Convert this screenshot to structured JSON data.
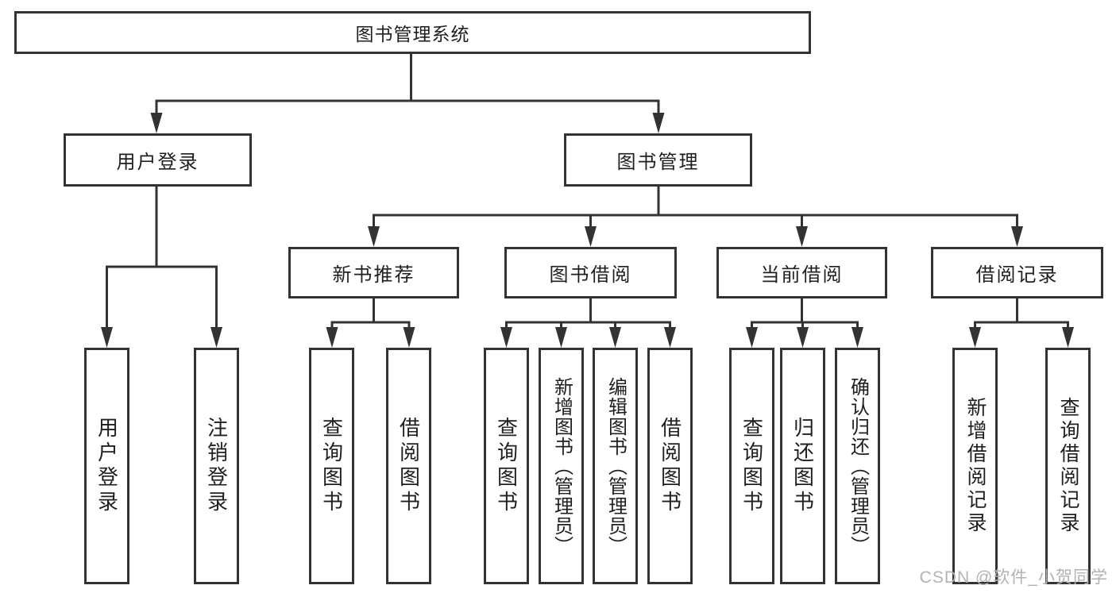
{
  "tree": {
    "label": "图书管理系统",
    "children": [
      {
        "label": "用户登录",
        "children": [
          {
            "label": "用户登录"
          },
          {
            "label": "注销登录"
          }
        ]
      },
      {
        "label": "图书管理",
        "children": [
          {
            "label": "新书推荐",
            "children": [
              {
                "label": "查询图书"
              },
              {
                "label": "借阅图书"
              }
            ]
          },
          {
            "label": "图书借阅",
            "children": [
              {
                "label": "查询图书"
              },
              {
                "label": "新增图书（管理员）"
              },
              {
                "label": "编辑图书（管理员）"
              },
              {
                "label": "借阅图书"
              }
            ]
          },
          {
            "label": "当前借阅",
            "children": [
              {
                "label": "查询图书"
              },
              {
                "label": "归还图书"
              },
              {
                "label": "确认归还（管理员）"
              }
            ]
          },
          {
            "label": "借阅记录",
            "children": [
              {
                "label": "新增借阅记录"
              },
              {
                "label": "查询借阅记录"
              }
            ]
          }
        ]
      }
    ]
  },
  "watermark": {
    "text": "CSDN @软件_小贺同学"
  },
  "colors": {
    "line": "#333333",
    "box_border": "#333333",
    "text": "#1f1f1f",
    "watermark": "#b2b2b2",
    "background": "#ffffff"
  }
}
